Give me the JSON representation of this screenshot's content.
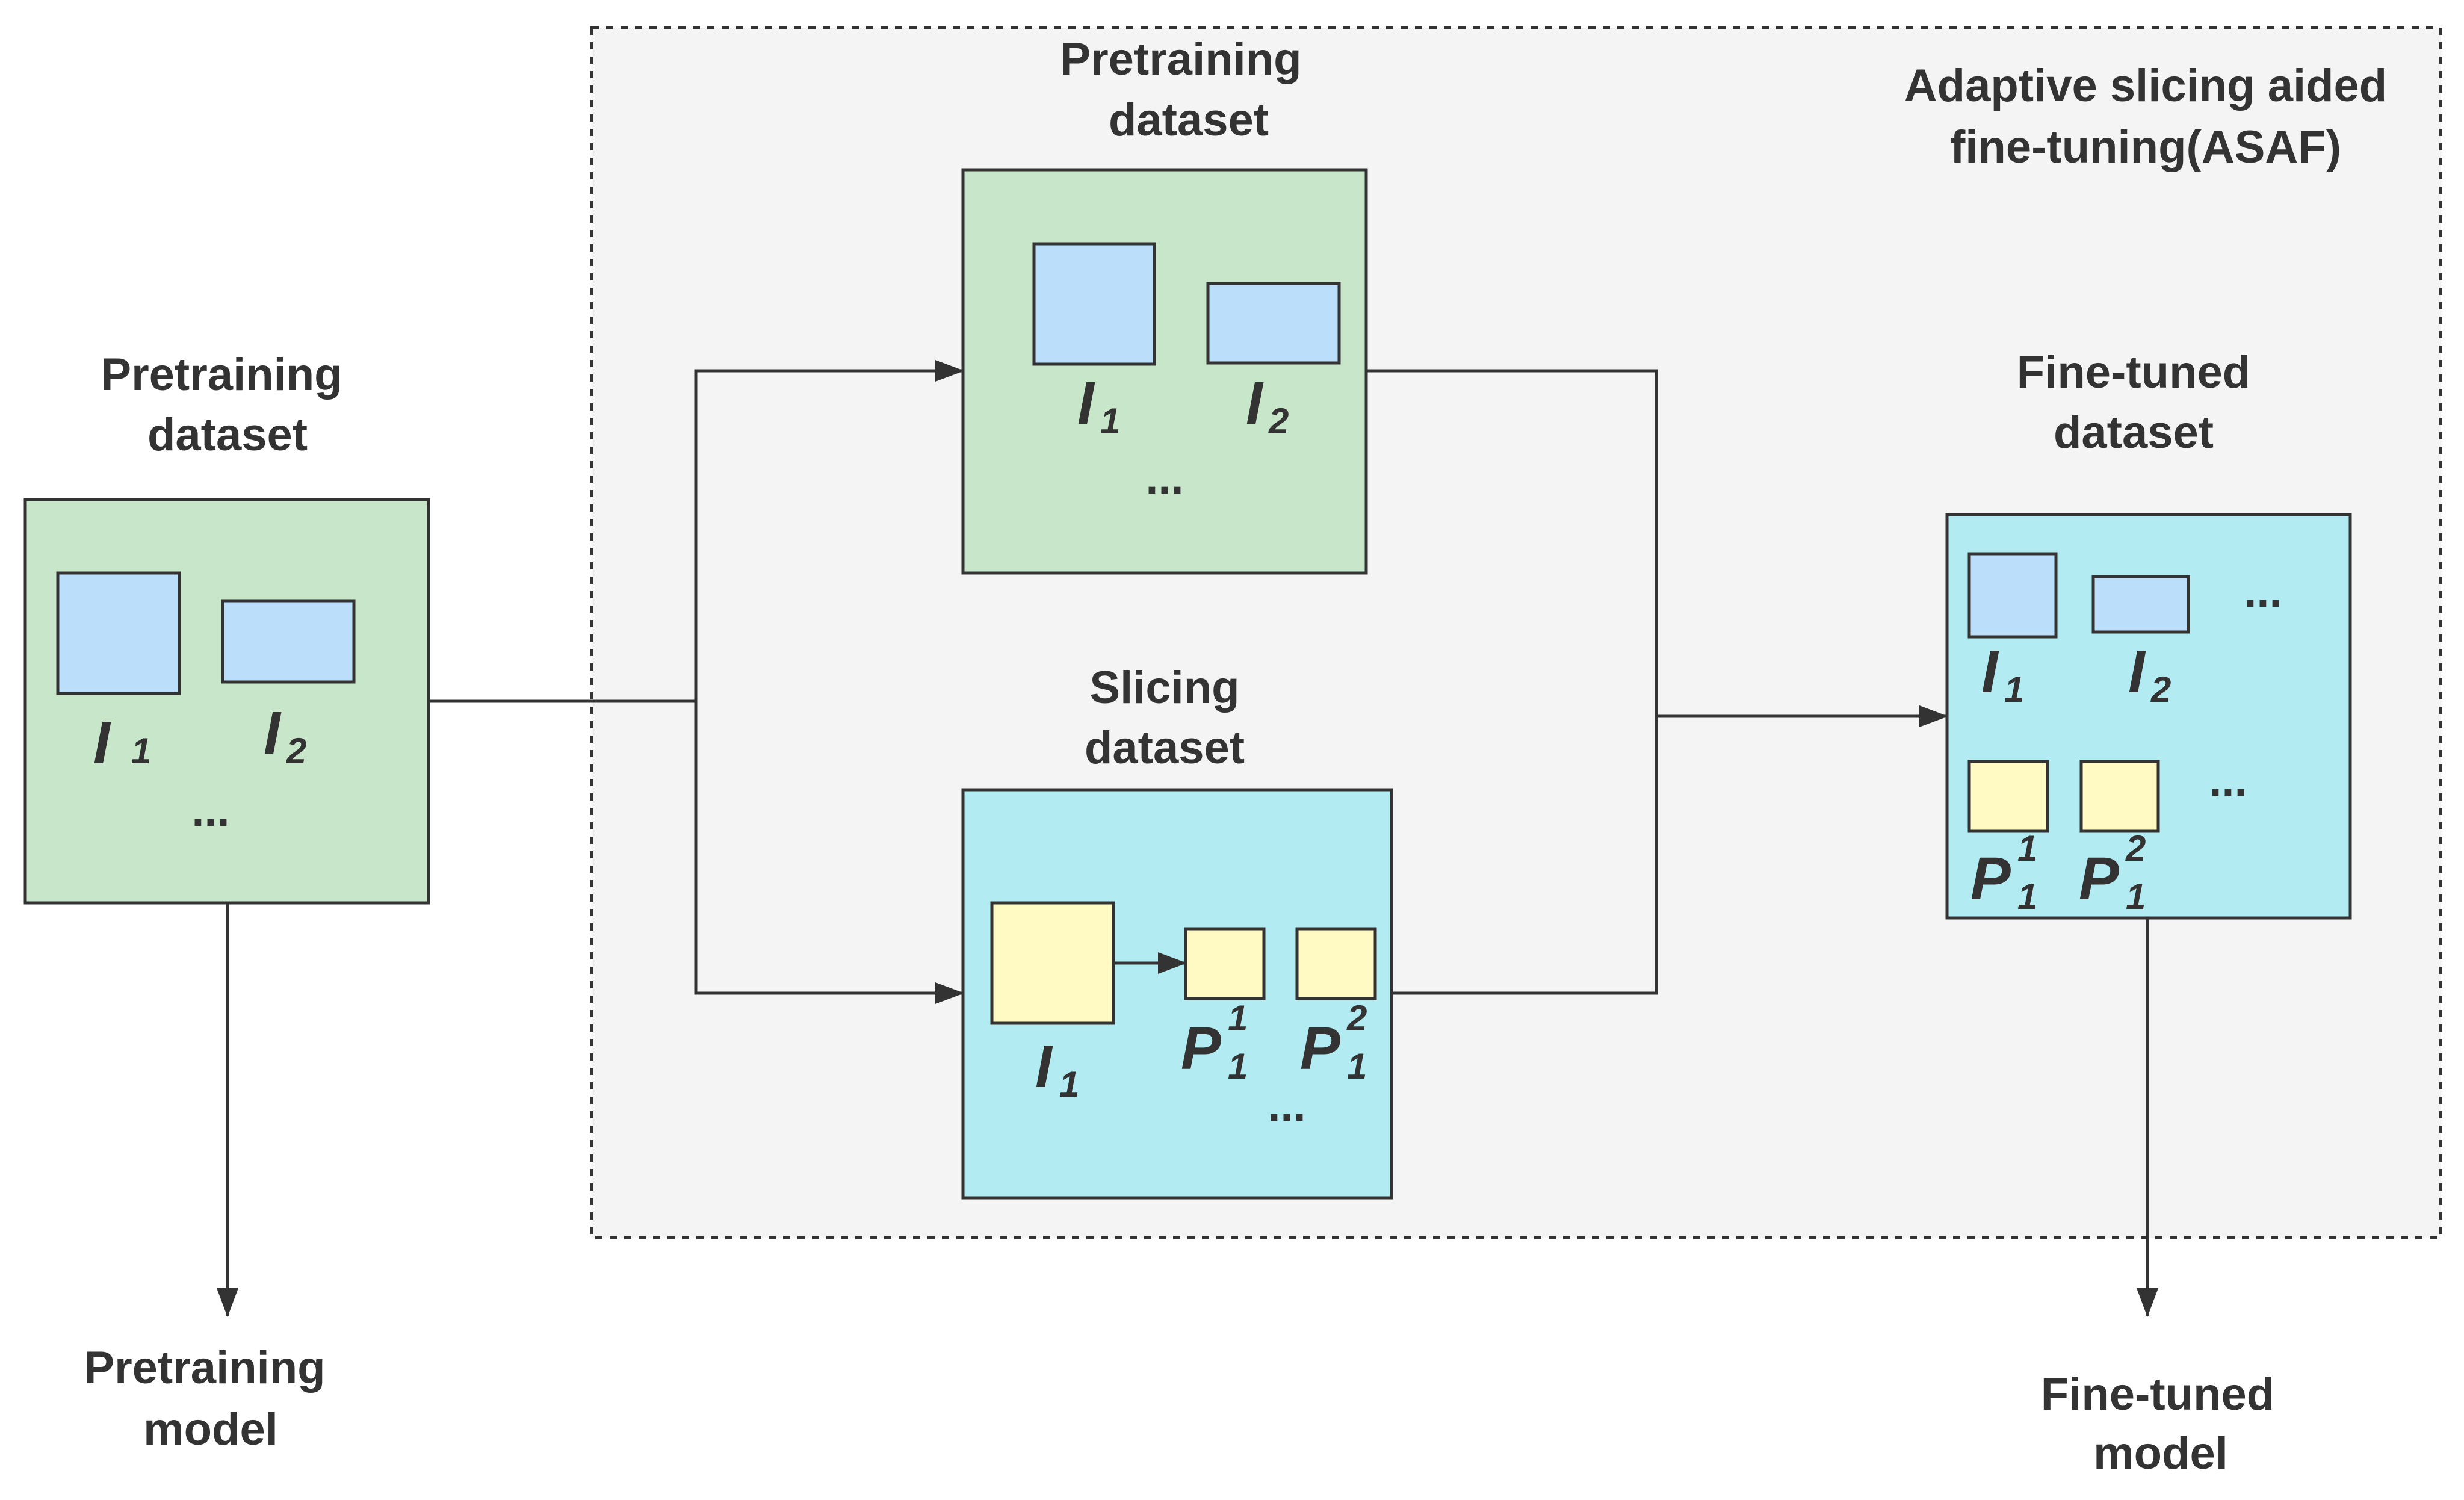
{
  "colors": {
    "dataset_green": "#c8e6ca",
    "dataset_cyan": "#b2ebf2",
    "image_blue": "#bbdefb",
    "patch_yellow": "#fff9c4",
    "asaf_region": "#f4f4f4",
    "stroke": "#333333"
  },
  "asaf": {
    "title_line1": "Adaptive slicing aided",
    "title_line2": "fine-tuning(ASAF)"
  },
  "left_dataset": {
    "title_line1": "Pretraining",
    "title_line2": "dataset",
    "img1_sym": "I",
    "img1_sub": "1",
    "img2_sym": "I",
    "img2_sub": "2",
    "ellipsis": "..."
  },
  "left_output": {
    "line1": "Pretraining",
    "line2": "model"
  },
  "top_dataset": {
    "title_line1": "Pretraining",
    "title_line2": "dataset",
    "img1_sym": "I",
    "img1_sub": "1",
    "img2_sym": "I",
    "img2_sub": "2",
    "ellipsis": "..."
  },
  "slicing_dataset": {
    "title_line1": "Slicing",
    "title_line2": "dataset",
    "img_sym": "I",
    "img_sub": "1",
    "patch1_sym": "P",
    "patch1_sub": "1",
    "patch1_sup": "1",
    "patch2_sym": "P",
    "patch2_sub": "1",
    "patch2_sup": "2",
    "ellipsis": "..."
  },
  "finetuned_dataset": {
    "title_line1": "Fine-tuned",
    "title_line2": "dataset",
    "img1_sym": "I",
    "img1_sub": "1",
    "img2_sym": "I",
    "img2_sub": "2",
    "img_ellipsis": "...",
    "patch1_sym": "P",
    "patch1_sub": "1",
    "patch1_sup": "1",
    "patch2_sym": "P",
    "patch2_sub": "1",
    "patch2_sup": "2",
    "patch_ellipsis": "..."
  },
  "right_output": {
    "line1": "Fine-tuned",
    "line2": "model"
  }
}
